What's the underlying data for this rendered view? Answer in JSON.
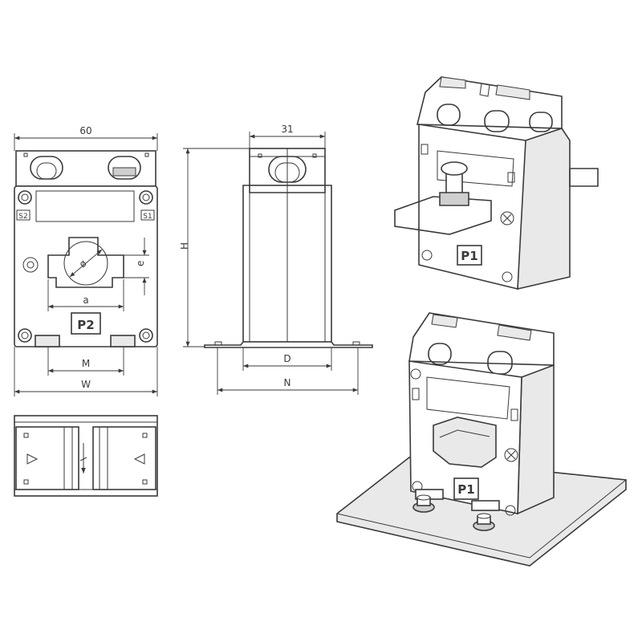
{
  "dimensions": {
    "width_top": "60",
    "depth_top": "31",
    "height": "H",
    "diameter": "ø",
    "a": "a",
    "e": "e",
    "M": "M",
    "W": "W",
    "D": "D",
    "N": "N"
  },
  "terminals": {
    "s1": "S1",
    "s2": "S2"
  },
  "labels": {
    "front_p2": "P2",
    "iso_top_p1": "P1",
    "iso_bottom_p1": "P1"
  }
}
